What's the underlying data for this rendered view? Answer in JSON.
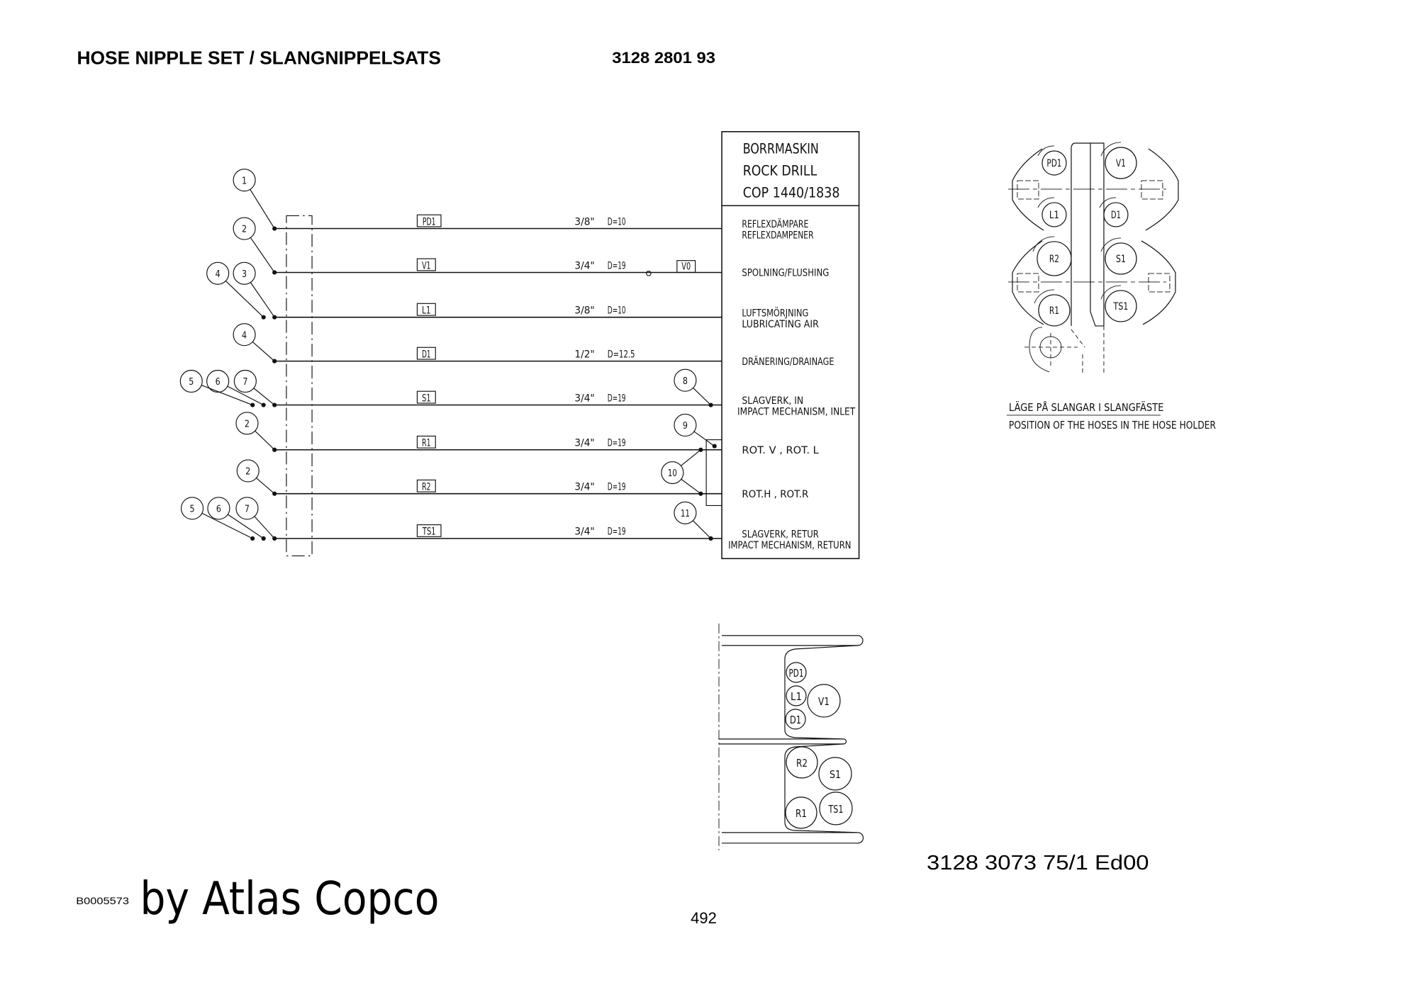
{
  "header": {
    "title": "HOSE NIPPLE SET / SLANGNIPPELSATS",
    "part_number": "3128 2801 93"
  },
  "box": {
    "title_lines": [
      "BORRMASKIN",
      "ROCK DRILL",
      "COP 1440/1838"
    ]
  },
  "rows": [
    {
      "label": "PD1",
      "size": "3/8\"",
      "dia": "D=10",
      "desc": [
        "REFLEXDÄMPARE",
        "REFLEXDAMPENER"
      ]
    },
    {
      "label": "V1",
      "size": "3/4\"",
      "dia": "D=19",
      "desc": [
        "SPOLNING/FLUSHING"
      ],
      "extra_label": "V0"
    },
    {
      "label": "L1",
      "size": "3/8\"",
      "dia": "D=10",
      "desc": [
        "LUFTSMÖRJNING",
        "LUBRICATING AIR"
      ]
    },
    {
      "label": "D1",
      "size": "1/2\"",
      "dia": "D=12.5",
      "desc": [
        "DRÄNERING/DRAINAGE"
      ]
    },
    {
      "label": "S1",
      "size": "3/4\"",
      "dia": "D=19",
      "desc": [
        "SLAGVERK, IN",
        "IMPACT MECHANISM, INLET"
      ]
    },
    {
      "label": "R1",
      "size": "3/4\"",
      "dia": "D=19",
      "desc": [
        "ROT. V , ROT. L"
      ]
    },
    {
      "label": "R2",
      "size": "3/4\"",
      "dia": "D=19",
      "desc": [
        "ROT.H , ROT.R"
      ]
    },
    {
      "label": "TS1",
      "size": "3/4\"",
      "dia": "D=19",
      "desc": [
        "SLAGVERK, RETUR",
        "IMPACT MECHANISM, RETURN"
      ]
    }
  ],
  "callouts_left": [
    [
      "1"
    ],
    [
      "2"
    ],
    [
      "4",
      "3"
    ],
    [
      "4"
    ],
    [
      "5",
      "6",
      "7"
    ],
    [
      "2"
    ],
    [
      "2"
    ],
    [
      "5",
      "6",
      "7"
    ]
  ],
  "callouts_right": [
    "8",
    "9",
    "10",
    "11"
  ],
  "hose_holder": {
    "labels": [
      "PD1",
      "V1",
      "L1",
      "D1",
      "R2",
      "S1",
      "R1",
      "TS1"
    ],
    "caption_sv": "LÄGE PÅ SLANGAR I SLANGFÄSTE",
    "caption_en": "POSITION OF THE HOSES IN THE HOSE HOLDER"
  },
  "clamp_view": {
    "labels": [
      "PD1",
      "L1",
      "D1",
      "V1",
      "R2",
      "S1",
      "R1",
      "TS1"
    ]
  },
  "footer": {
    "drawing_number": "3128 3073 75/1  Ed00",
    "doc_code": "B0005573",
    "brand": "by Atlas Copco",
    "page": "492"
  }
}
